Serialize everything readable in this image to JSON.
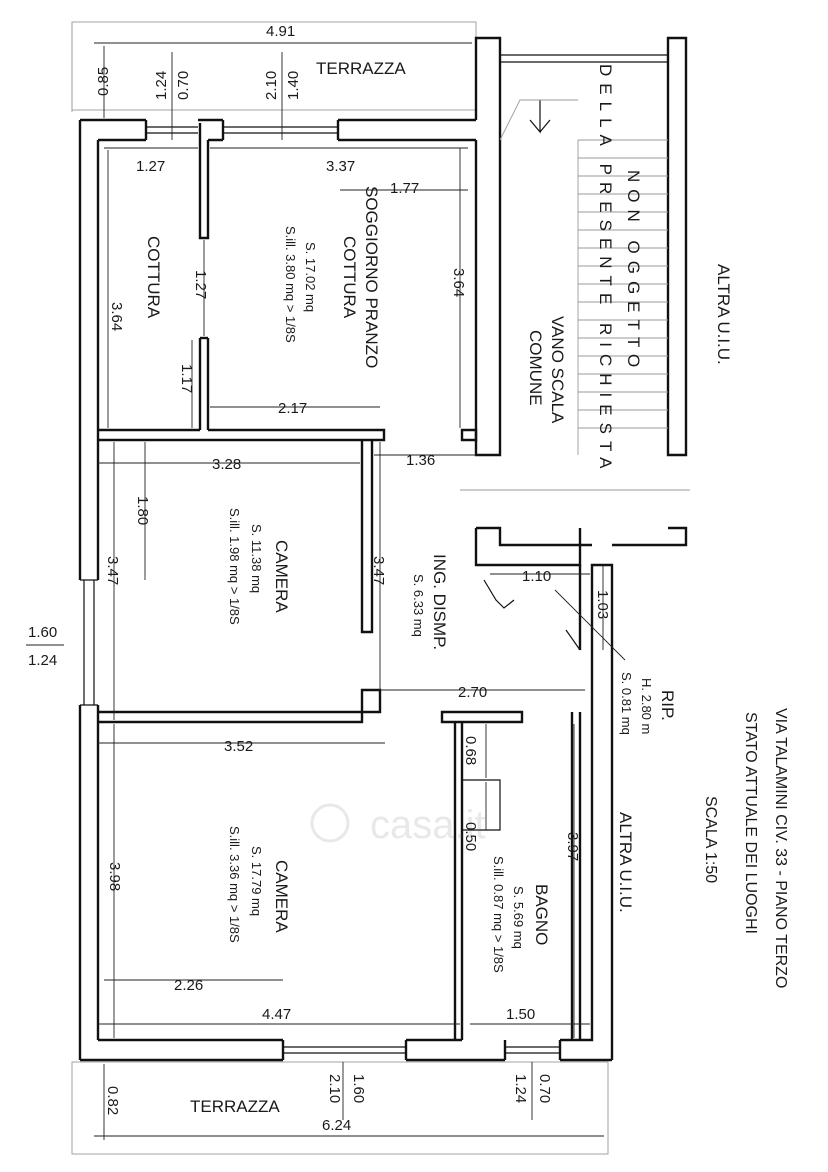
{
  "rooms": {
    "soggiorno": {
      "name_1": "SOGGIORNO PRANZO",
      "name_2": "COTTURA",
      "area": "S. 17.02 mq",
      "ill": "S.ill. 3.80 mq > 1/8S"
    },
    "cottura": {
      "name": "COTTURA"
    },
    "camera_1": {
      "name": "CAMERA",
      "area": "S. 11.38 mq",
      "ill": "S.ill. 1.98 mq > 1/8S"
    },
    "ingresso": {
      "name": "ING. DISMP.",
      "area": "S. 6.33 mq"
    },
    "camera_2": {
      "name": "CAMERA",
      "area": "S. 17.79 mq",
      "ill": "S.ill. 3.36 mq > 1/8S"
    },
    "bagno": {
      "name": "BAGNO",
      "area": "S. 5.69 mq",
      "ill": "S.ill. 0.87 mq > 1/8S"
    },
    "ripostiglio": {
      "name": "RIP.",
      "height": "H. 2.80 m",
      "area": "S. 0.81 mq"
    }
  },
  "labels": {
    "terrazza_top": "TERRAZZA",
    "terrazza_bottom": "TERRAZZA",
    "vano_scala_1": "VANO SCALA",
    "vano_scala_2": "COMUNE",
    "non_oggetto_1": "NON OGGETTO",
    "non_oggetto_2": "DELLA PRESENTE RICHIESTA",
    "altra_uiu_1": "ALTRA U.I.U.",
    "altra_uiu_2": "ALTRA U.I.U."
  },
  "title": {
    "line_1": "VIA TALAMINI CIV. 33 - PIANO TERZO",
    "line_2": "STATO ATTUALE DEI LUOGHI",
    "line_3": "SCALA 1:50"
  },
  "dimensions": {
    "top_overall": "4.91",
    "top_left_h1": "0.85",
    "top_win1_a": "0.70",
    "top_win1_b": "1.24",
    "top_win2_a": "1.40",
    "top_win2_b": "2.10",
    "cottura_w": "1.27",
    "soggiorno_w": "3.37",
    "soggiorno_part": "1.77",
    "cottura_h": "3.64",
    "soggiorno_h": "3.64",
    "cottura_open_1": "1.27",
    "cottura_open_2": "1.17",
    "soggiorno_bottom": "2.17",
    "camera1_w": "3.28",
    "stair_w": "1.36",
    "camera1_win_h": "1.80",
    "camera1_h_left": "3.47",
    "camera1_h_right": "3.47",
    "left_win_a": "1.60",
    "left_win_b": "1.24",
    "rip_w": "1.10",
    "rip_h": "1.03",
    "corridor_w": "2.70",
    "camera2_w": "3.52",
    "bagno_d1": "0.68",
    "bagno_d2": "0.50",
    "camera2_h": "3.98",
    "bagno_h": "3.97",
    "camera2_part": "2.26",
    "camera2_bottom": "4.47",
    "bagno_w": "1.50",
    "bottom_left_h": "0.82",
    "bottom_win1_a": "1.60",
    "bottom_win1_b": "2.10",
    "bottom_win2_a": "0.70",
    "bottom_win2_b": "1.24",
    "bottom_overall": "6.24"
  },
  "watermark": "casa.it"
}
